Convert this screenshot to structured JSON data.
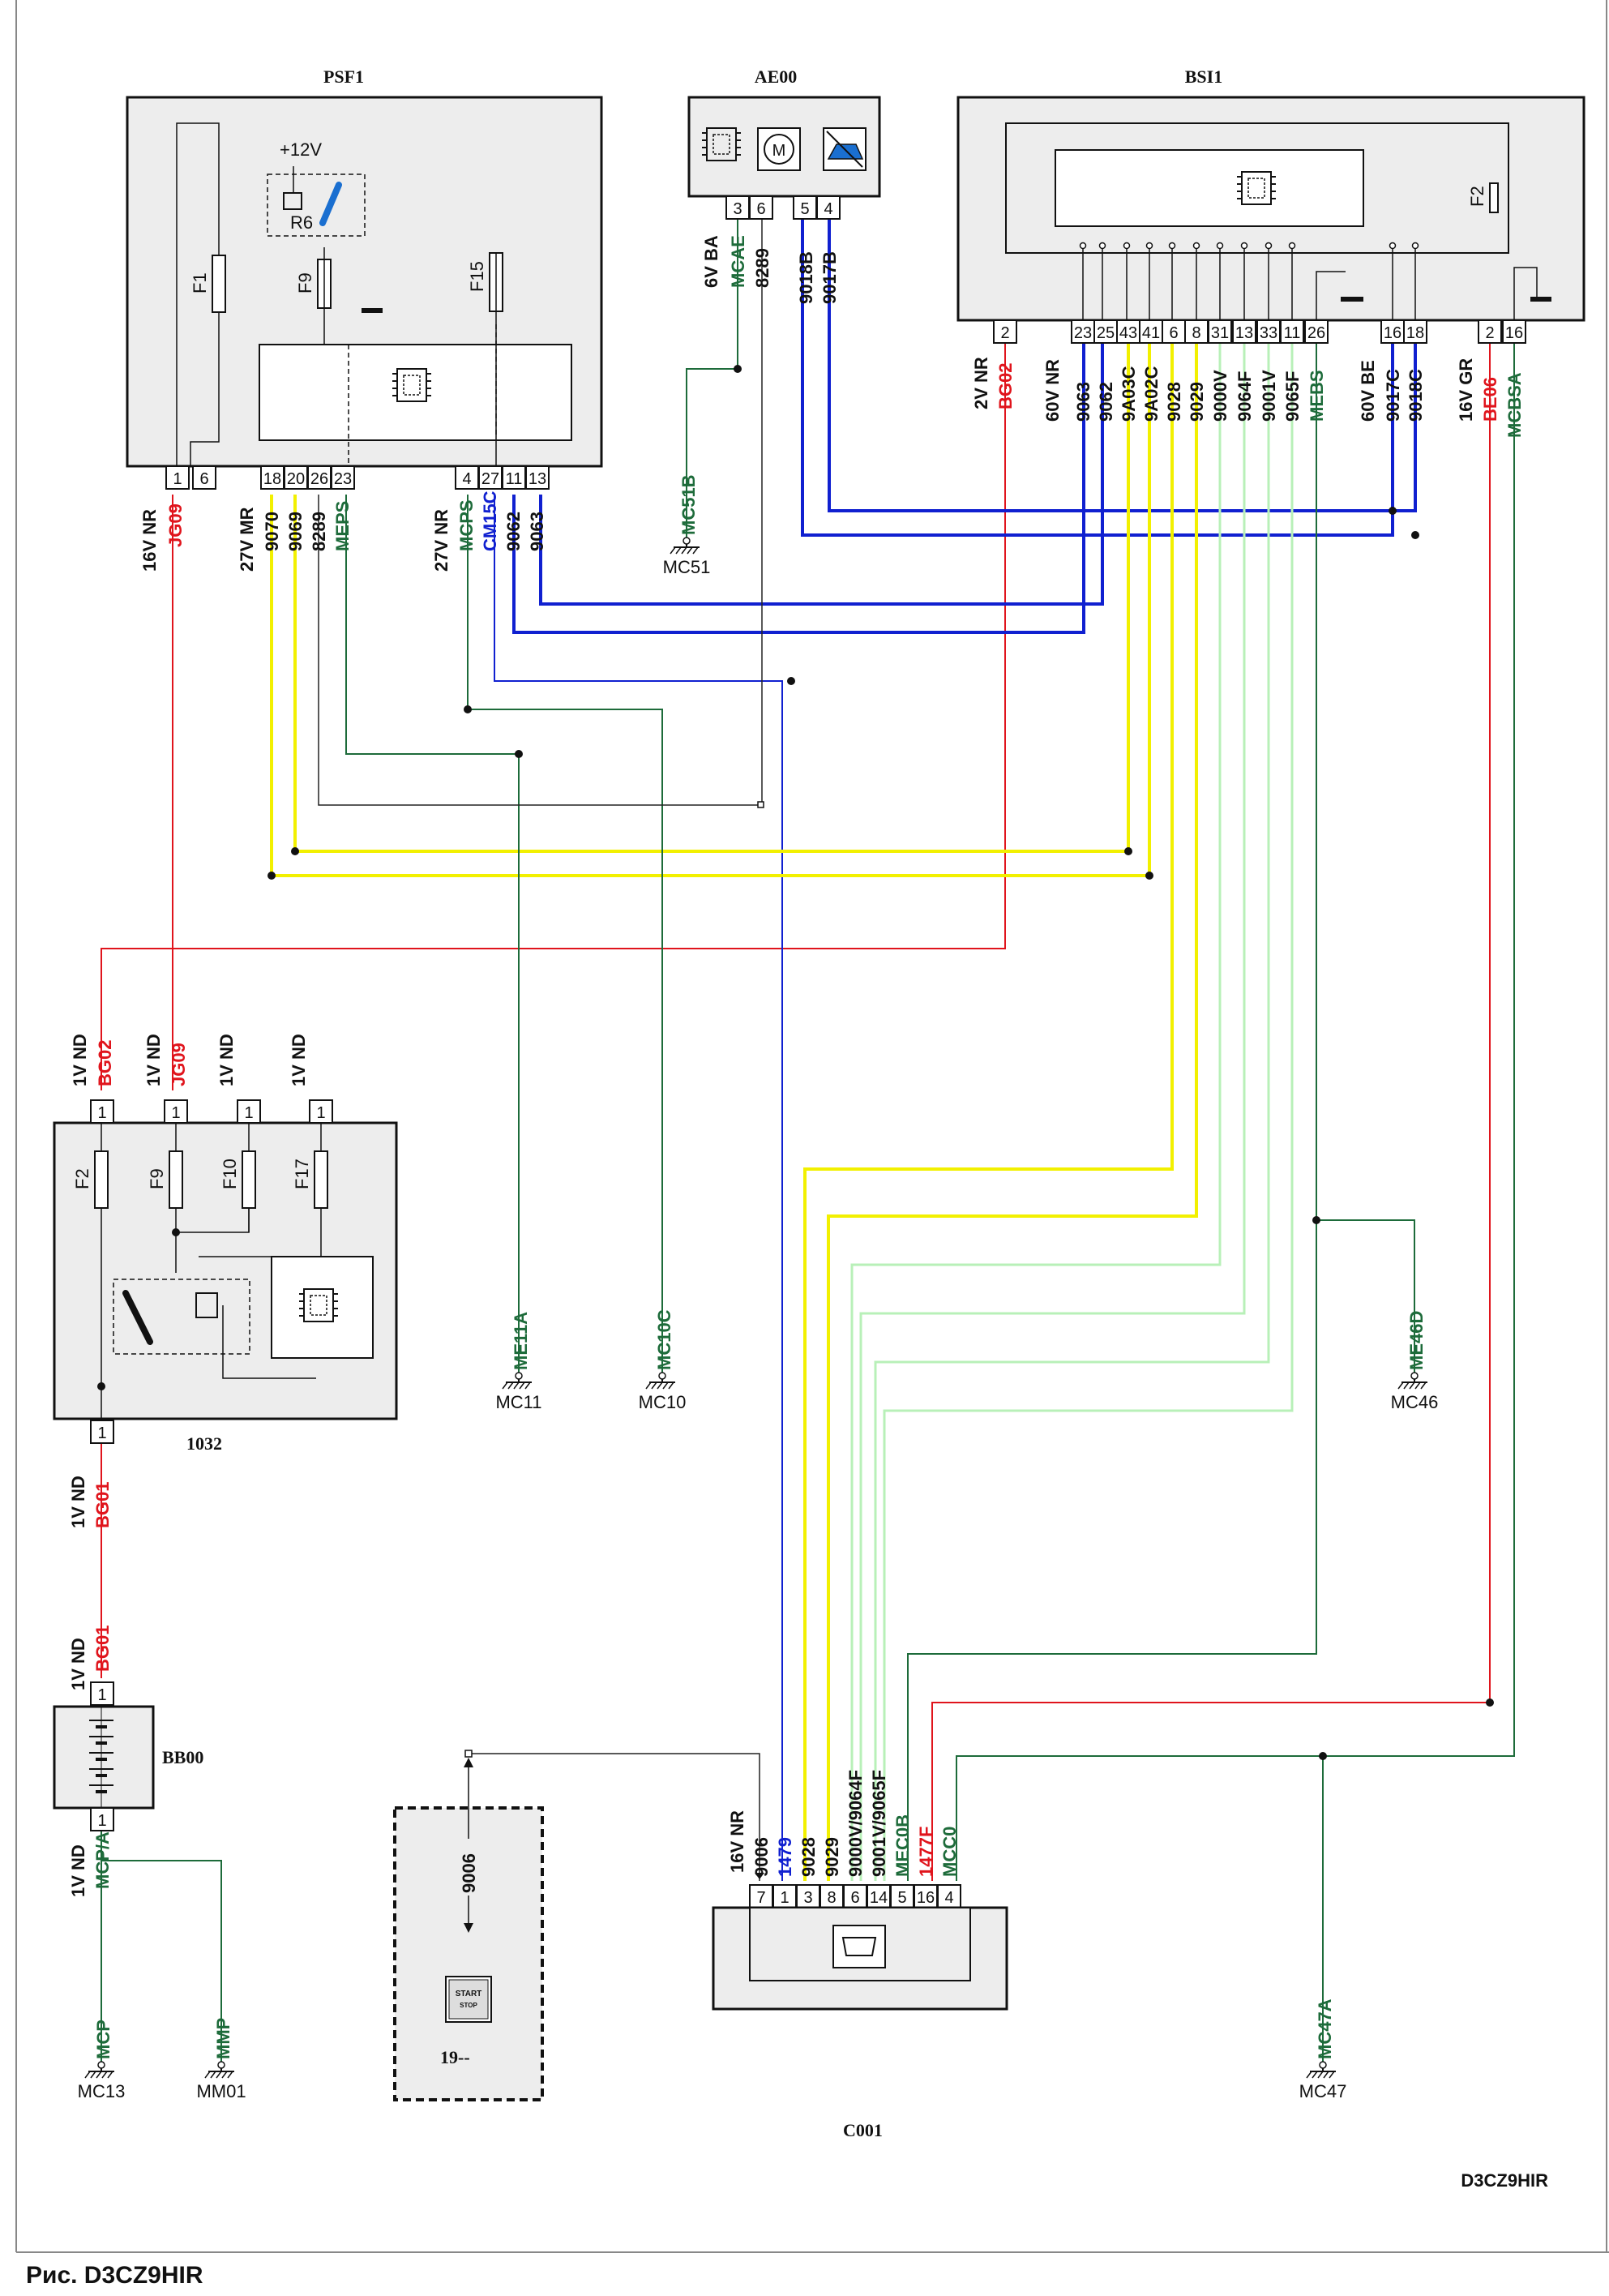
{
  "page": {
    "caption": "Рис. D3CZ9HIR",
    "ref_code": "D3CZ9HIR"
  },
  "colors": {
    "red": "#e0141c",
    "blue": "#1020d0",
    "yellow": "#f2f000",
    "green": "#1d6b3a",
    "lightgreen": "#b8f0b8",
    "black": "#222222",
    "ink": "#111111"
  },
  "components": {
    "psf1": {
      "name": "PSF1",
      "supply": "+12V",
      "relay": "R6",
      "fuses": [
        "F1",
        "F9",
        "F15"
      ],
      "connectors": [
        {
          "spec": "16V NR",
          "pins": [
            "1",
            "6"
          ],
          "wires": [
            {
              "code": "JG09",
              "color": "red"
            }
          ]
        },
        {
          "spec": "27V MR",
          "pins": [
            "18",
            "20",
            "26",
            "23"
          ],
          "wires": [
            {
              "code": "9070",
              "color": "ink"
            },
            {
              "code": "9069",
              "color": "ink"
            },
            {
              "code": "8289",
              "color": "ink"
            },
            {
              "code": "MEPS",
              "color": "green"
            }
          ]
        },
        {
          "spec": "27V NR",
          "pins": [
            "4",
            "27",
            "11",
            "13"
          ],
          "wires": [
            {
              "code": "MCPS",
              "color": "green"
            },
            {
              "code": "CM15C",
              "color": "blue"
            },
            {
              "code": "9062",
              "color": "ink"
            },
            {
              "code": "9063",
              "color": "ink"
            }
          ]
        }
      ]
    },
    "ae00": {
      "name": "AE00",
      "pins": [
        "3",
        "6",
        "5",
        "4"
      ],
      "spec": "6V BA",
      "wires": [
        {
          "code": "MCAE",
          "color": "green"
        },
        {
          "code": "8289",
          "color": "ink"
        },
        {
          "code": "9018B",
          "color": "ink"
        },
        {
          "code": "9017B",
          "color": "ink"
        }
      ]
    },
    "bsi1": {
      "name": "BSI1",
      "fuse": "F2",
      "connectors": [
        {
          "spec": "2V NR",
          "pins": [
            "2"
          ],
          "wires": [
            {
              "code": "BG02",
              "color": "red"
            }
          ]
        },
        {
          "spec": "60V NR",
          "pins": [
            "23",
            "25",
            "43",
            "41",
            "6",
            "8",
            "31",
            "13",
            "33",
            "11",
            "26"
          ],
          "wires": [
            {
              "code": "9063",
              "color": "ink"
            },
            {
              "code": "9062",
              "color": "ink"
            },
            {
              "code": "9A03C",
              "color": "ink"
            },
            {
              "code": "9A02C",
              "color": "ink"
            },
            {
              "code": "9028",
              "color": "ink"
            },
            {
              "code": "9029",
              "color": "ink"
            },
            {
              "code": "9000V",
              "color": "ink"
            },
            {
              "code": "9064F",
              "color": "ink"
            },
            {
              "code": "9001V",
              "color": "ink"
            },
            {
              "code": "9065F",
              "color": "ink"
            },
            {
              "code": "MEBS",
              "color": "green"
            }
          ]
        },
        {
          "spec": "60V BE",
          "pins": [
            "16",
            "18"
          ],
          "wires": [
            {
              "code": "9017C",
              "color": "ink"
            },
            {
              "code": "9018C",
              "color": "ink"
            }
          ]
        },
        {
          "spec": "16V GR",
          "pins": [
            "2",
            "16"
          ],
          "wires": [
            {
              "code": "BE06",
              "color": "red"
            },
            {
              "code": "MCBSA",
              "color": "green"
            }
          ]
        }
      ]
    },
    "box1032": {
      "name": "1032",
      "fuses": [
        "F2",
        "F9",
        "F10",
        "F17"
      ],
      "top_connectors": [
        {
          "spec": "1V ND",
          "pin": "1",
          "code": "BG02"
        },
        {
          "spec": "1V ND",
          "pin": "1",
          "code": "JG09"
        },
        {
          "spec": "1V ND",
          "pin": "1",
          "code": ""
        },
        {
          "spec": "1V ND",
          "pin": "1",
          "code": ""
        }
      ],
      "bottom": {
        "spec": "1V ND",
        "pin": "1",
        "code": "BG01"
      }
    },
    "bb00": {
      "name": "BB00",
      "top": {
        "spec": "1V ND",
        "pin": "1",
        "code": "BG01"
      },
      "bottom": {
        "spec": "1V ND",
        "pin": "1",
        "code": "MCP/A"
      }
    },
    "c001": {
      "name": "C001",
      "spec": "16V NR",
      "pins": [
        "7",
        "1",
        "3",
        "8",
        "6",
        "14",
        "5",
        "16",
        "4"
      ],
      "wires": [
        {
          "code": "9006",
          "color": "ink"
        },
        {
          "code": "1479",
          "color": "blue"
        },
        {
          "code": "9028",
          "color": "ink"
        },
        {
          "code": "9029",
          "color": "ink"
        },
        {
          "code": "9000V/9064F",
          "color": "ink"
        },
        {
          "code": "9001V/9065F",
          "color": "ink"
        },
        {
          "code": "MEC0B",
          "color": "green"
        },
        {
          "code": "1477F",
          "color": "red"
        },
        {
          "code": "MCC0",
          "color": "green"
        }
      ]
    },
    "sw19": {
      "name": "19--",
      "wire": "9006",
      "button_line1": "START",
      "button_line2": "STOP"
    }
  },
  "grounds": [
    {
      "wire": "MC51B",
      "point": "MC51"
    },
    {
      "wire": "ME11A",
      "point": "MC11"
    },
    {
      "wire": "MC10C",
      "point": "MC10"
    },
    {
      "wire": "ME46D",
      "point": "MC46"
    },
    {
      "wire": "MC47A",
      "point": "MC47"
    },
    {
      "wire": "MCP",
      "point": "MC13"
    },
    {
      "wire": "MMP",
      "point": "MM01"
    }
  ]
}
